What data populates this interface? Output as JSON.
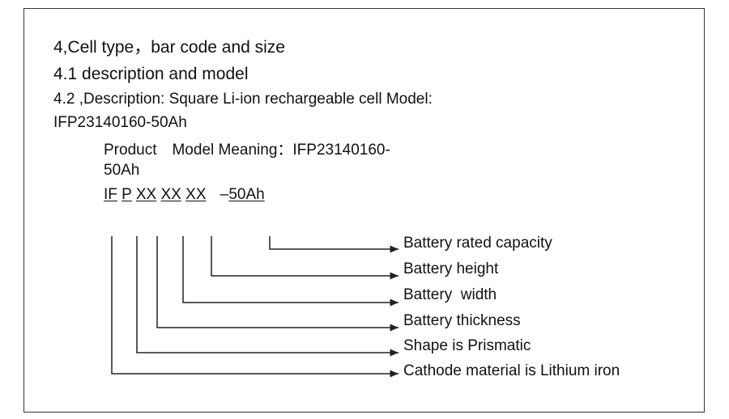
{
  "heading1": "4,Cell type，bar code and size",
  "heading2": "4.1 description and model",
  "description_line": "4.2 ,Description: Square Li-ion rechargeable cell Model:",
  "model": "IFP23140160-50Ah",
  "meaning_label": "Product　Model Meaning：IFP23140160-",
  "meaning_cont": "50Ah",
  "code_parts": [
    "IF",
    "P",
    "XX",
    "XX",
    "XX",
    "–",
    "50Ah"
  ],
  "legend": [
    "Battery rated capacity",
    "Battery height",
    "Battery  width",
    "Battery thickness",
    "Shape is Prismatic",
    "Cathode material is Lithium iron"
  ]
}
